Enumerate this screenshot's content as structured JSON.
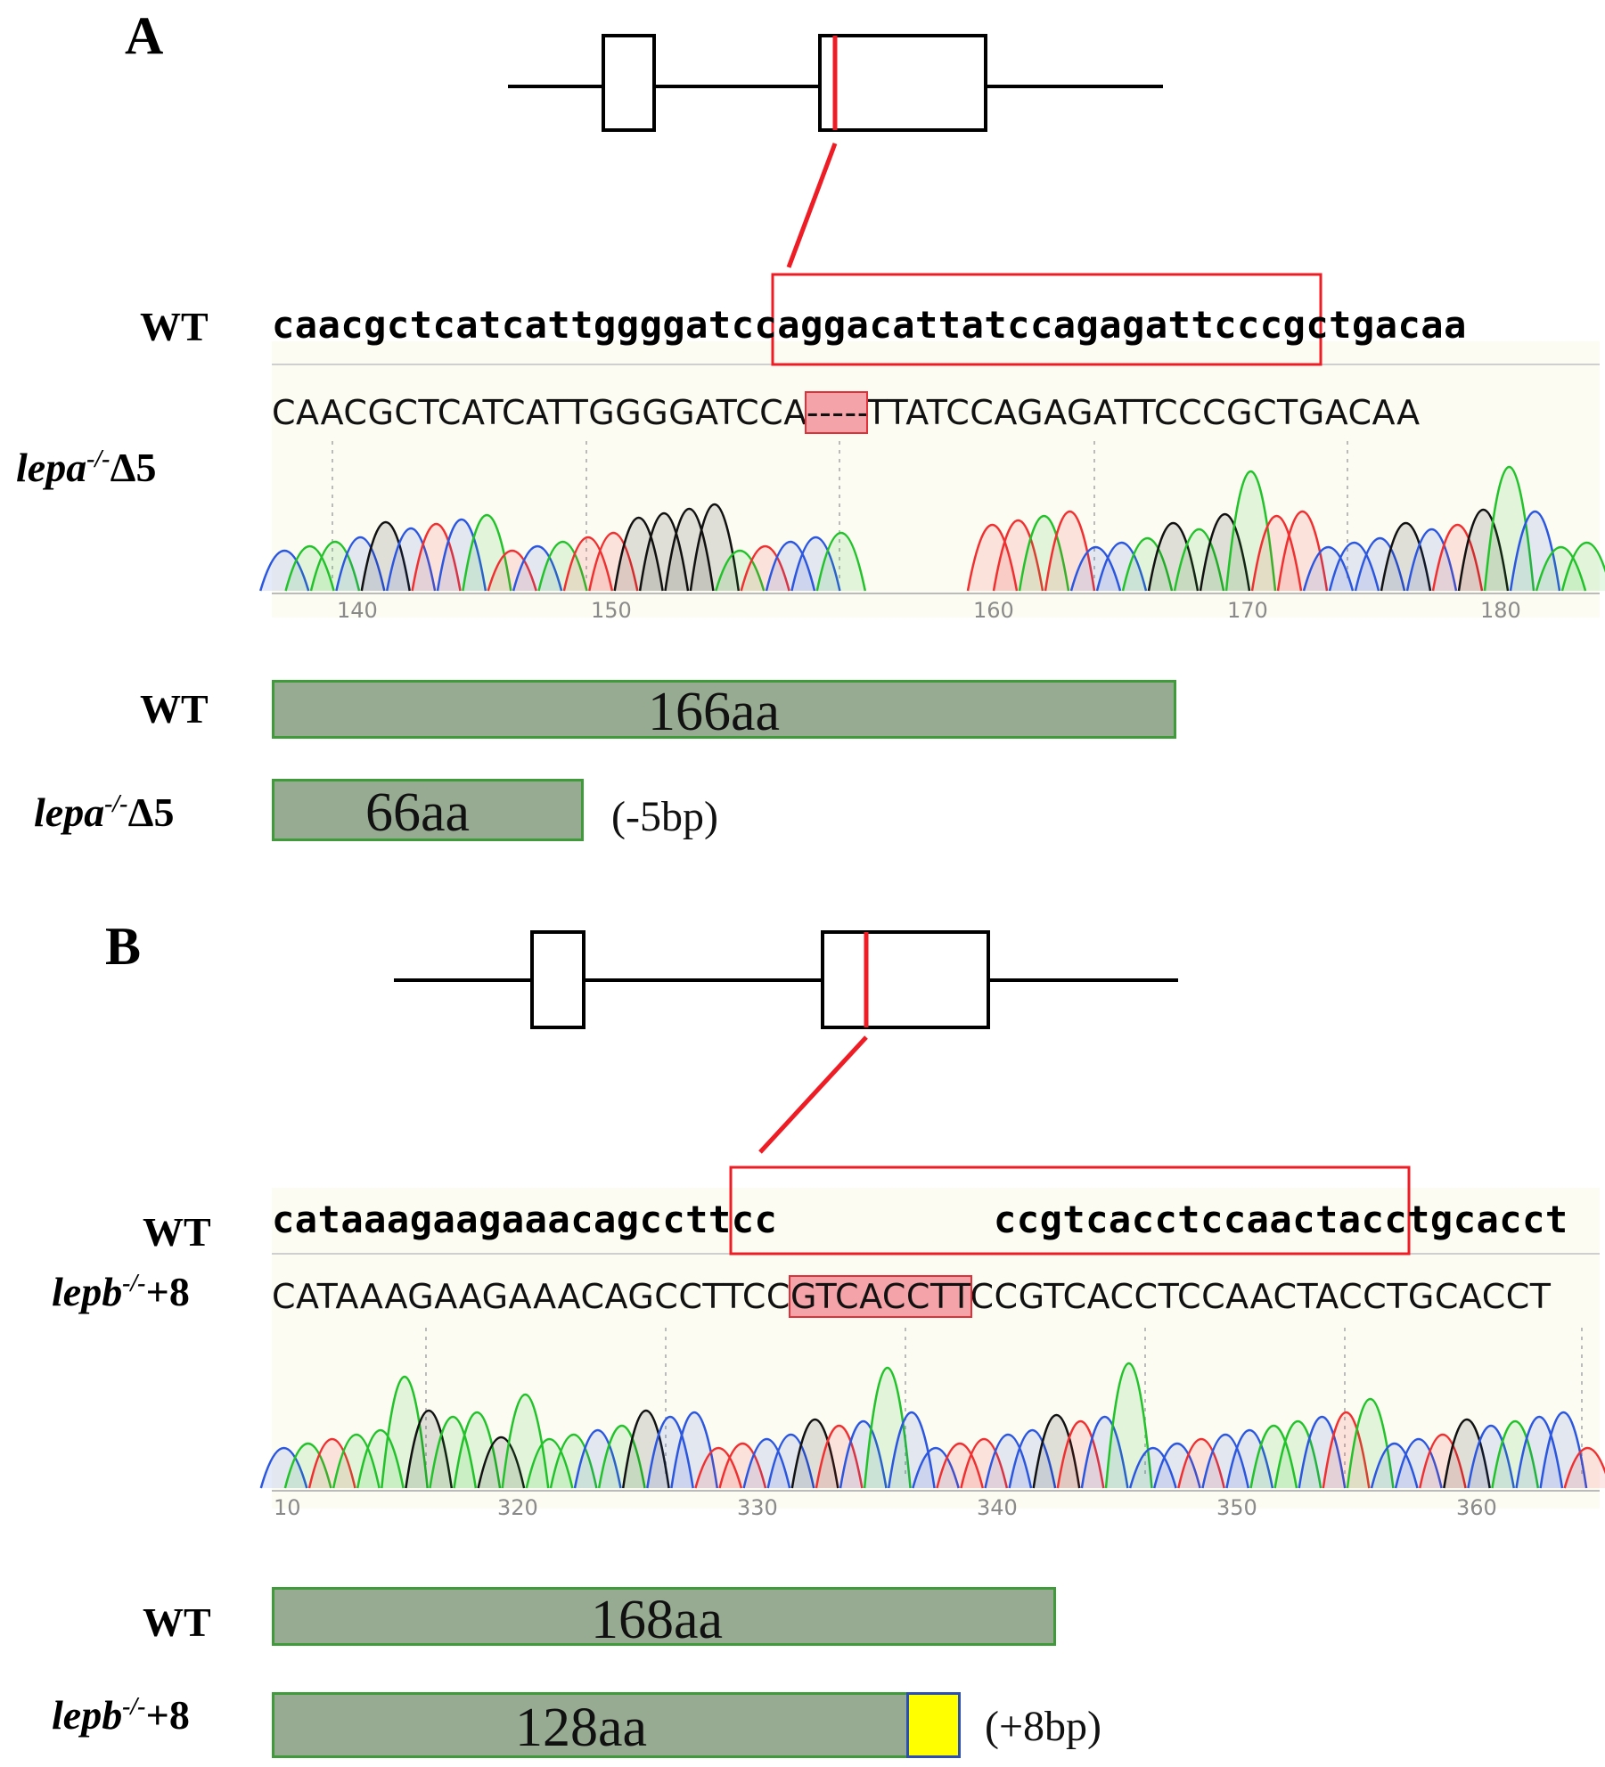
{
  "panels": [
    {
      "letter": "A",
      "wt_label": "WT",
      "mut_gene": "lepa",
      "mut_superscript": "-/-",
      "mut_suffix": "Δ5",
      "wt_sequence": "caacgctcatcattggggatccaggacattatccagagattcccgctgacaa",
      "read_before": "CAACGCTCATCATTGGGGATCCA",
      "read_highlight": "-----",
      "read_after": "TTATCCAGAGATTCCCGCTGACAA",
      "axis_ticks": [
        "140",
        "150",
        "160",
        "170",
        "180"
      ],
      "protein_wt_length": "166aa",
      "protein_mut_length": "66aa",
      "mutation_change": "(-5bp)"
    },
    {
      "letter": "B",
      "wt_label": "WT",
      "mut_gene": "lepb",
      "mut_superscript": "-/-",
      "mut_suffix": "+8",
      "wt_sequence_left": "cataaagaagaaacagccttcc",
      "wt_sequence_right": "ccgtcacctccaactacctgcacct",
      "read_before": "CATAAAGAAGAAACAGCCTTCC",
      "read_highlight": "GTCACCTT",
      "read_after": "CCGTCACCTCCAACTACCTGCACCT",
      "axis_ticks": [
        "10",
        "320",
        "330",
        "340",
        "350",
        "360"
      ],
      "protein_wt_length": "168aa",
      "protein_mut_length": "128aa",
      "mutation_change": "(+8bp)"
    }
  ],
  "colors": {
    "trace_A": "#22c22a",
    "trace_C": "#2b56e0",
    "trace_G": "#111111",
    "trace_T": "#f03030",
    "highlight_fill": "#f4a3a8",
    "target_box": "#ee1c24",
    "protein_fill": "#97aa92",
    "protein_border": "#3f9a3a",
    "insertion_fill": "#ffff00"
  }
}
